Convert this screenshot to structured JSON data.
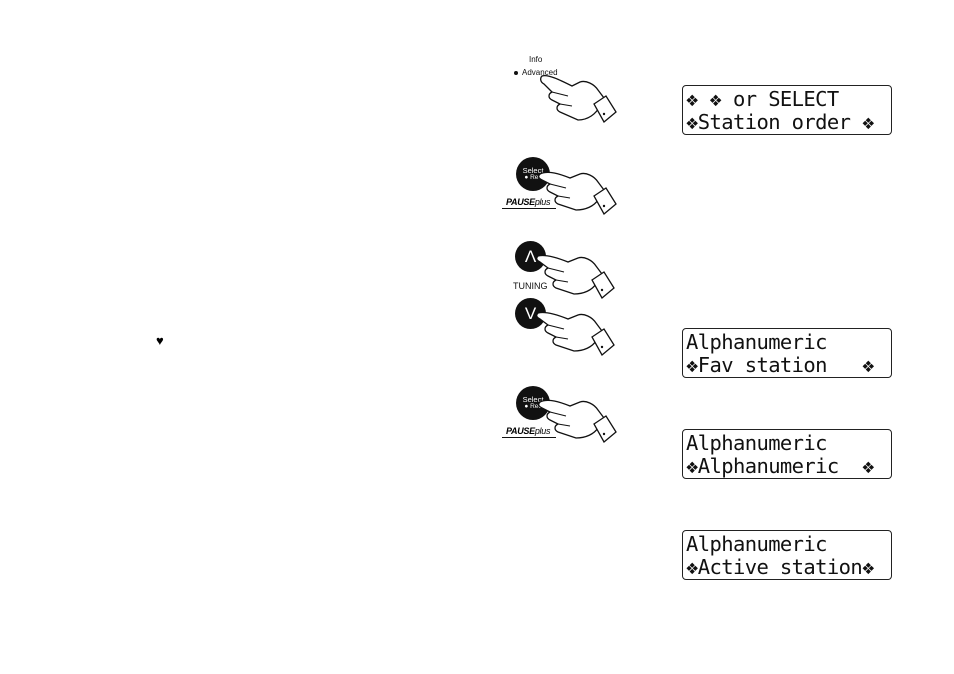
{
  "buttons": {
    "info_label": "Info",
    "advanced_label": "Advanced",
    "select_label": "Select",
    "rec_label": "Rec",
    "pause_word": "PAUSE",
    "plus_word": "plus",
    "tuning_label": "TUNING",
    "up_glyph": "Λ",
    "down_glyph": "V"
  },
  "left": {
    "favorite_icon": "heart-icon",
    "favorite_glyph": "♥"
  },
  "displays": [
    {
      "line1": "❖ ❖ or SELECT",
      "line2": "❖Station order ❖"
    },
    {
      "line1": "Alphanumeric",
      "line2": "❖Fav station   ❖"
    },
    {
      "line1": "Alphanumeric",
      "line2": "❖Alphanumeric  ❖"
    },
    {
      "line1": "Alphanumeric",
      "line2": "❖Active station❖"
    }
  ]
}
